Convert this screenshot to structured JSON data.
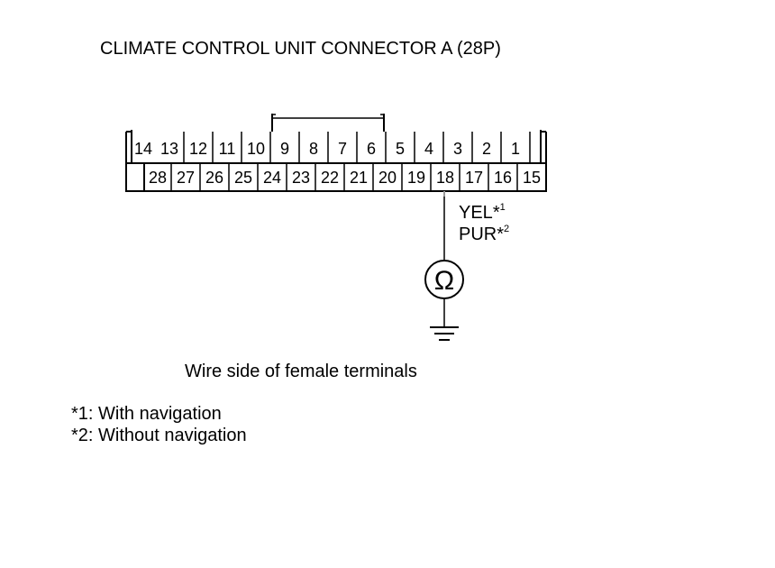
{
  "title": "CLIMATE CONTROL UNIT CONNECTOR A (28P)",
  "connector": {
    "top_row": [
      "14",
      "13",
      "12",
      "11",
      "10",
      "9",
      "8",
      "7",
      "6",
      "5",
      "4",
      "3",
      "2",
      "1",
      ""
    ],
    "bottom_row": [
      "",
      "28",
      "27",
      "26",
      "25",
      "24",
      "23",
      "22",
      "21",
      "20",
      "19",
      "18",
      "17",
      "16",
      "15"
    ]
  },
  "wire": {
    "color1": "YEL",
    "mark1": "*",
    "sup1": "1",
    "color2": "PUR",
    "mark2": "*",
    "sup2": "2"
  },
  "meter_symbol": "Ω",
  "ground_icon": "ground-icon",
  "caption": "Wire side of female terminals",
  "notes": [
    "*1: With navigation",
    "*2: Without navigation"
  ]
}
